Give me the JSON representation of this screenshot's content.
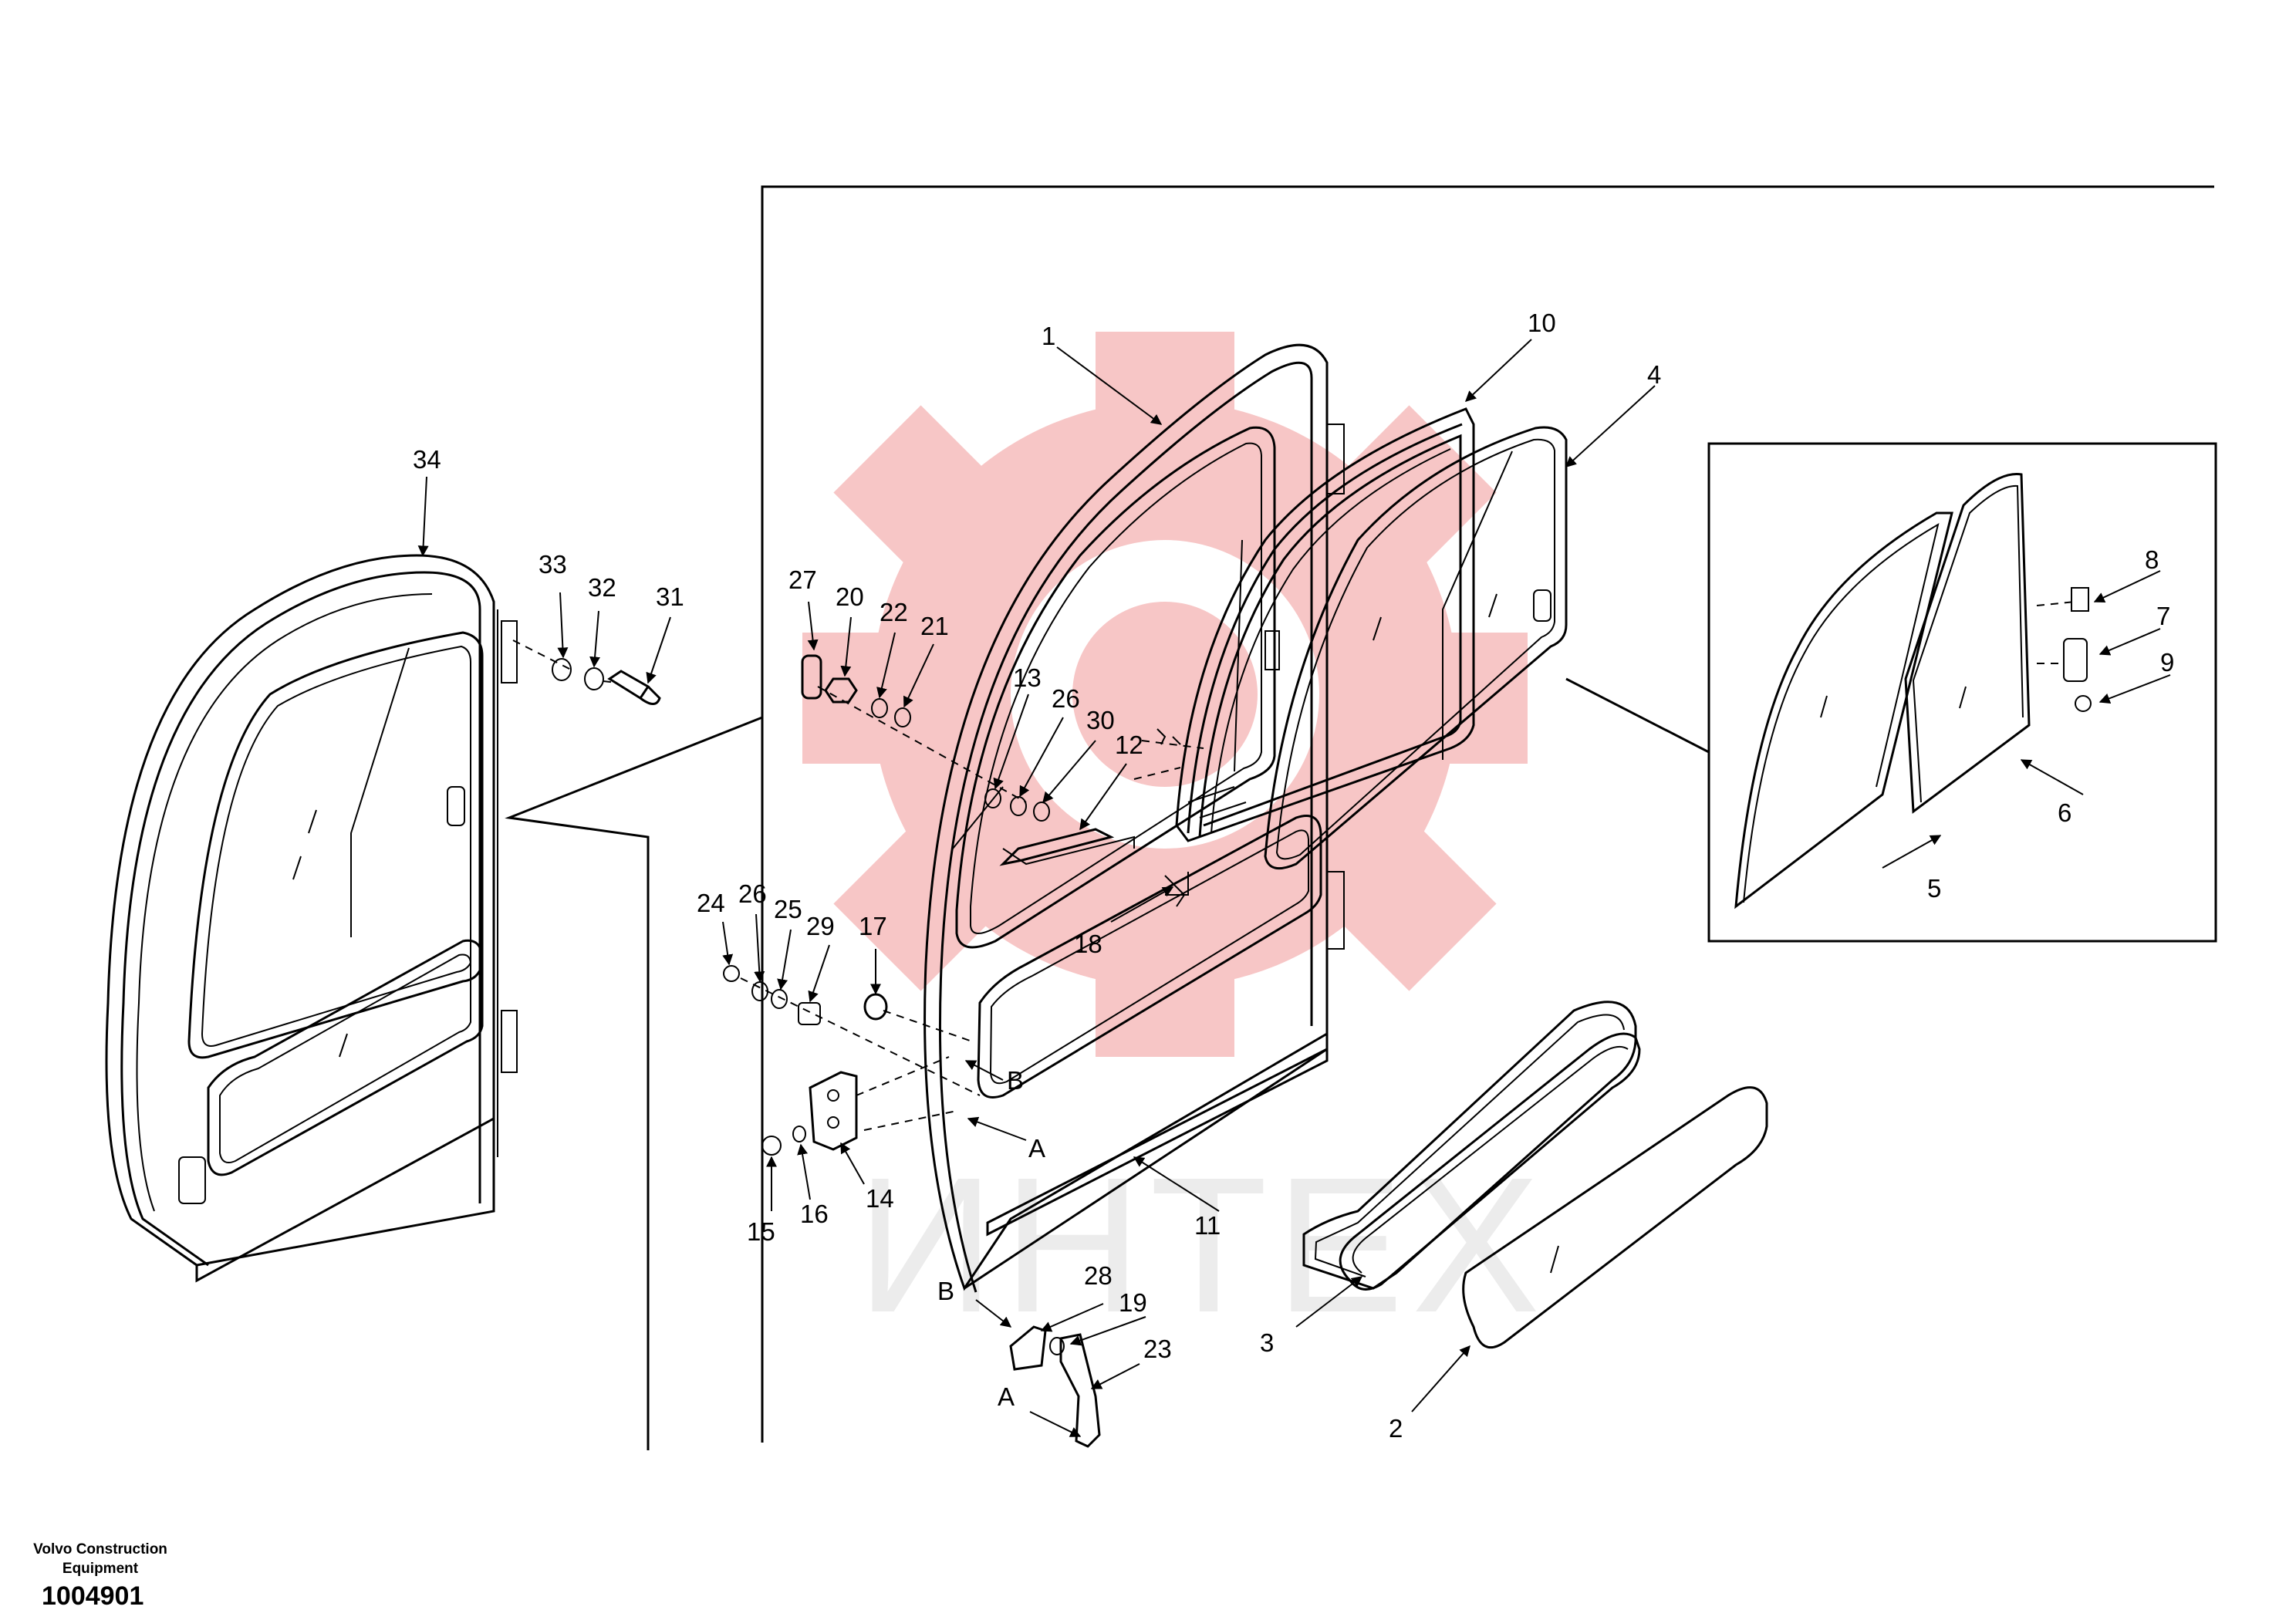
{
  "footer": {
    "organization": "Volvo Construction Equipment",
    "document_number": "1004901"
  },
  "watermark": {
    "text": "ИНТЕХ",
    "color": "#f7c6c6"
  },
  "callouts": [
    "1",
    "2",
    "3",
    "4",
    "5",
    "6",
    "7",
    "8",
    "9",
    "10",
    "11",
    "12",
    "13",
    "14",
    "15",
    "16",
    "17",
    "18",
    "19",
    "20",
    "21",
    "22",
    "23",
    "24",
    "25",
    "26",
    "27",
    "28",
    "29",
    "30",
    "31",
    "32",
    "33",
    "34"
  ],
  "reference_letters": [
    "A",
    "B"
  ],
  "colors": {
    "line": "#000000",
    "watermark": "#f7c6c6",
    "background": "#ffffff"
  }
}
